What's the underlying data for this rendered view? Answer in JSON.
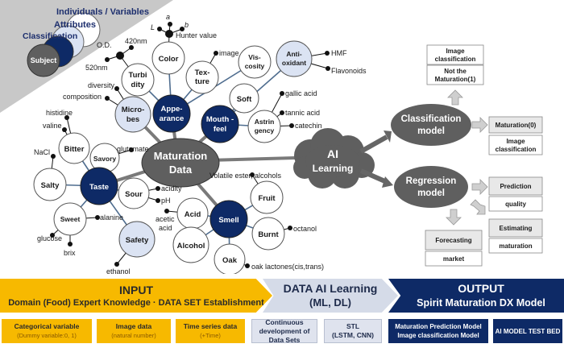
{
  "legend": {
    "individuals": "Individuals / Variables",
    "attributes": "Attributes",
    "classification": "Classification",
    "subject": "Subject"
  },
  "nodes": {
    "maturation": [
      "Maturation",
      "Data"
    ],
    "appearance": [
      "Appe-",
      "arance"
    ],
    "mouthfeel": [
      "Mouth -",
      "feel"
    ],
    "taste": "Taste",
    "smell": "Smell",
    "microbes": [
      "Micro-",
      "bes"
    ],
    "color": "Color",
    "turbidity": [
      "Turbi",
      "dity"
    ],
    "texture": [
      "Tex-",
      "ture"
    ],
    "viscosity": [
      "Vis-",
      "cosity"
    ],
    "soft": "Soft",
    "antioxidant": [
      "Anti-",
      "oxidant"
    ],
    "astringency": [
      "Astrin",
      "gency"
    ],
    "bitter": "Bitter",
    "savory": "Savory",
    "salty": "Salty",
    "sour": "Sour",
    "sweet": "Sweet",
    "safety": "Safety",
    "acid": "Acid",
    "alcohol": "Alcohol",
    "fruit": "Fruit",
    "burnt": "Burnt",
    "oak": "Oak"
  },
  "labels": {
    "hunter_value": "Hunter value",
    "L": "L",
    "a": "a",
    "b": "b",
    "od": "O.D.",
    "nm420": "420nm",
    "nm520": "520nm",
    "image": "image",
    "hmf": "HMF",
    "flavonoids": "Flavonoids",
    "gallic_acid": "gallic acid",
    "tannic_acid": "tannic acid",
    "catechin": "catechin",
    "diversity": "diversity",
    "composition": "composition",
    "histidine": "histidine",
    "valine": "valine",
    "nacl": "NaCl",
    "glutamate": "glutamate",
    "acidity": "acidity",
    "ph": "pH",
    "acetic_acid": [
      "acetic",
      "acid"
    ],
    "alanine": "alanine",
    "glucose": "glucose",
    "brix": "brix",
    "ethanol": "ethanol",
    "volatile": "Volatile ester, alcohols",
    "octanol": "octanol",
    "oak_lactones": "oak lactones(cis,trans)"
  },
  "ai": [
    "AI",
    "Learning"
  ],
  "classification_model": [
    "Classification",
    "model"
  ],
  "regression_model": [
    "Regression",
    "model"
  ],
  "outputs": {
    "image_classification_top": [
      "Image",
      "classification"
    ],
    "not_maturation": [
      "Not the",
      "Maturation(1)"
    ],
    "maturation0": "Maturation(0)",
    "image_classification": [
      "Image",
      "classification"
    ],
    "prediction": "Prediction",
    "quality": "quality",
    "estimating": "Estimating",
    "maturation": "maturation",
    "forecasting": "Forecasting",
    "market": "market"
  },
  "banner": {
    "input_title": "INPUT",
    "input_sub": "Domain (Food) Expert Knowledge · DATA SET Establishment",
    "learn_title": "DATA AI Learning",
    "learn_sub": "(ML, DL)",
    "output_title": "OUTPUT",
    "output_sub": "Spirit Maturation DX Model"
  },
  "boxes": {
    "categorical": "Categorical variable",
    "categorical_sub": "(Dummy variable:0, 1)",
    "image_data": "Image data",
    "image_data_sub": "(natural number)",
    "time_series": "Time series data",
    "time_series_sub": "(+Time)",
    "continuous": "Continuous development of Data Sets",
    "stl": "STL",
    "stl_sub": "(LSTM, CNN)",
    "maturation_model": "Maturation Prediction Model",
    "image_model": "Image classification Model",
    "test_bed": "AI MODEL TEST BED"
  },
  "colors": {
    "navy": "#0e2a66",
    "pale": "#dbe3f3",
    "gray": "#5f5f5f",
    "yellow": "#f7b900",
    "edge": "#4f6d8f"
  }
}
